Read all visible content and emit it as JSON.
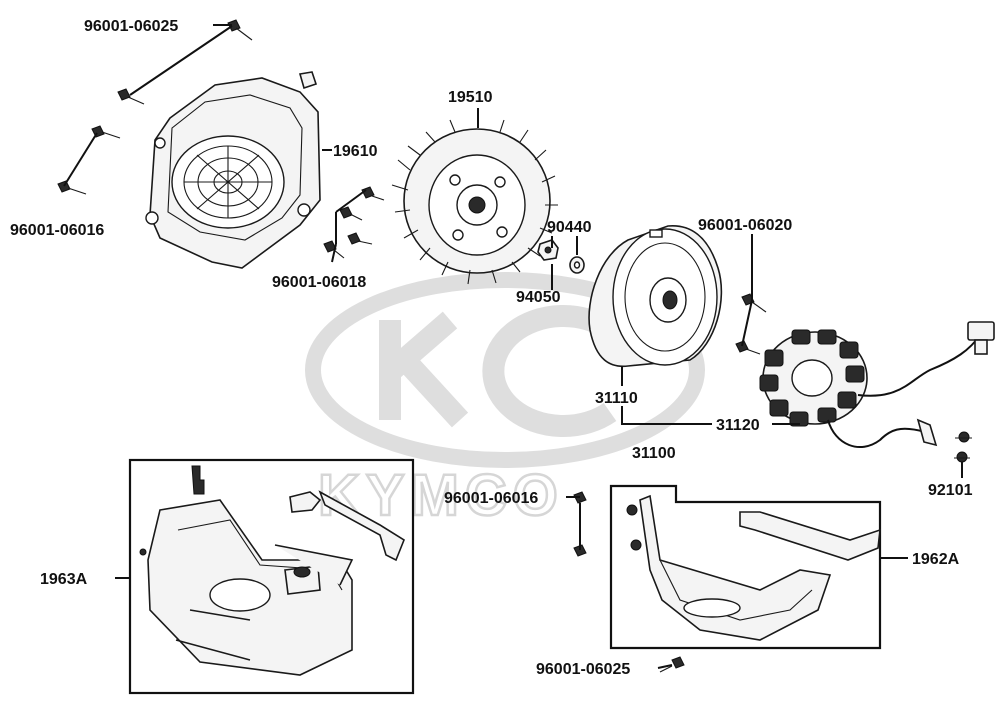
{
  "watermark": {
    "brand_text": "KYMCO"
  },
  "labels": {
    "bolt_96001_06025_top": "96001-06025",
    "bolt_96001_06016_left": "96001-06016",
    "fan_cover_19610": "19610",
    "cooling_fan_19510": "19510",
    "bolts_96001_06018": "96001-06018",
    "washer_90440": "90440",
    "nut_94050": "94050",
    "bolts_96001_06020": "96001-06020",
    "flywheel_31110": "31110",
    "stator_31120": "31120",
    "magneto_assembly_31100": "31100",
    "clamp_92101": "92101",
    "bolt_96001_06016_mid": "96001-06016",
    "shroud_1963A": "1963A",
    "shroud_1962A": "1962A",
    "bolt_96001_06025_bottom": "96001-06025"
  }
}
